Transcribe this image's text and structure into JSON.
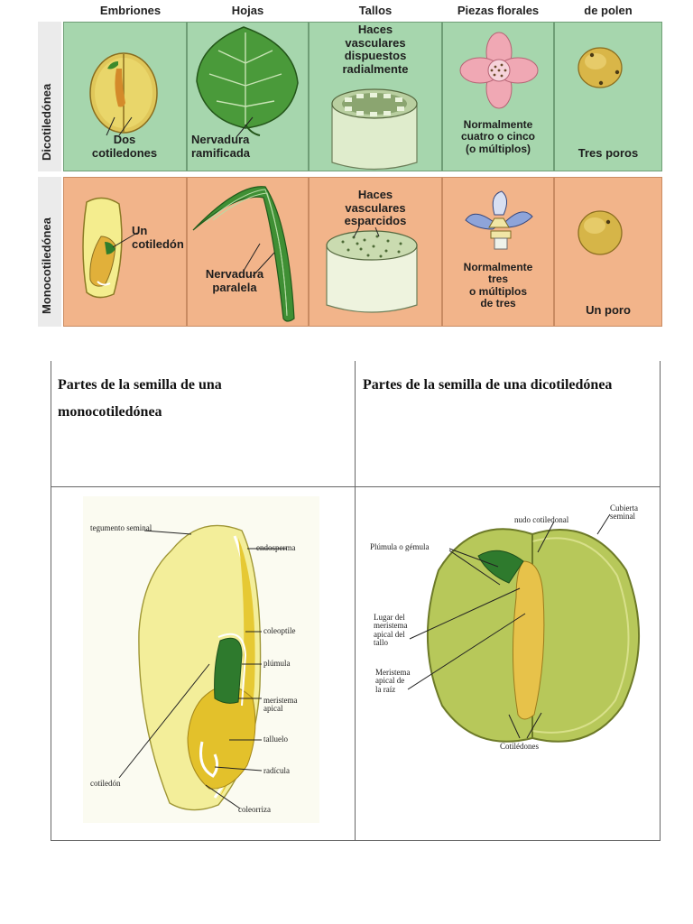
{
  "top_table": {
    "column_headers": [
      "Embriones",
      "Hojas",
      "Tallos",
      "Piezas florales",
      "de polen"
    ],
    "row_labels": [
      "Dicotiledónea",
      "Monocotiledónea"
    ],
    "dicot": {
      "embryo_label": "Dos\ncotiledones",
      "leaf_label": "Nervadura\nramificada",
      "stem_label": "Haces\nvasculares\ndispuestos\nradialmente",
      "flower_label": "Normalmente\ncuatro o cinco\n(o múltiplos)",
      "pollen_label": "Tres poros"
    },
    "monocot": {
      "embryo_label": "Un\ncotiledón",
      "leaf_label": "Nervadura\nparalela",
      "stem_label": "Haces\nvasculares\nesparcidos",
      "flower_label": "Normalmente\ntres\no múltiplos\nde tres",
      "pollen_label": "Un poro"
    },
    "colors": {
      "dicot_bg": "#a6d6ad",
      "monocot_bg": "#f2b48a",
      "row_label_bg": "#e8e8e8"
    }
  },
  "seed_table": {
    "headers": [
      "Partes de la semilla de una\nmonocotiledónea",
      "Partes de la semilla de una dicotiledónea"
    ],
    "monocot_labels": {
      "tegumento": "tegumento seminal",
      "endosperma": "endosperma",
      "coleoptile": "coleoptile",
      "plumula": "plúmula",
      "meristema": "meristema\napical",
      "talluelo": "talluelo",
      "radicula": "radícula",
      "cotiledon": "cotiledón",
      "coleorriza": "coleorriza"
    },
    "dicot_labels": {
      "cubierta": "Cubierta\nseminal",
      "nudo": "nudo cotiledonal",
      "plumula": "Plúmula o gémula",
      "lugar": "Lugar del\nmeristema\napical del\ntallo",
      "meristema_raiz": "Meristema\napical de\nla raíz",
      "cotiledones": "Cotilédones"
    }
  }
}
